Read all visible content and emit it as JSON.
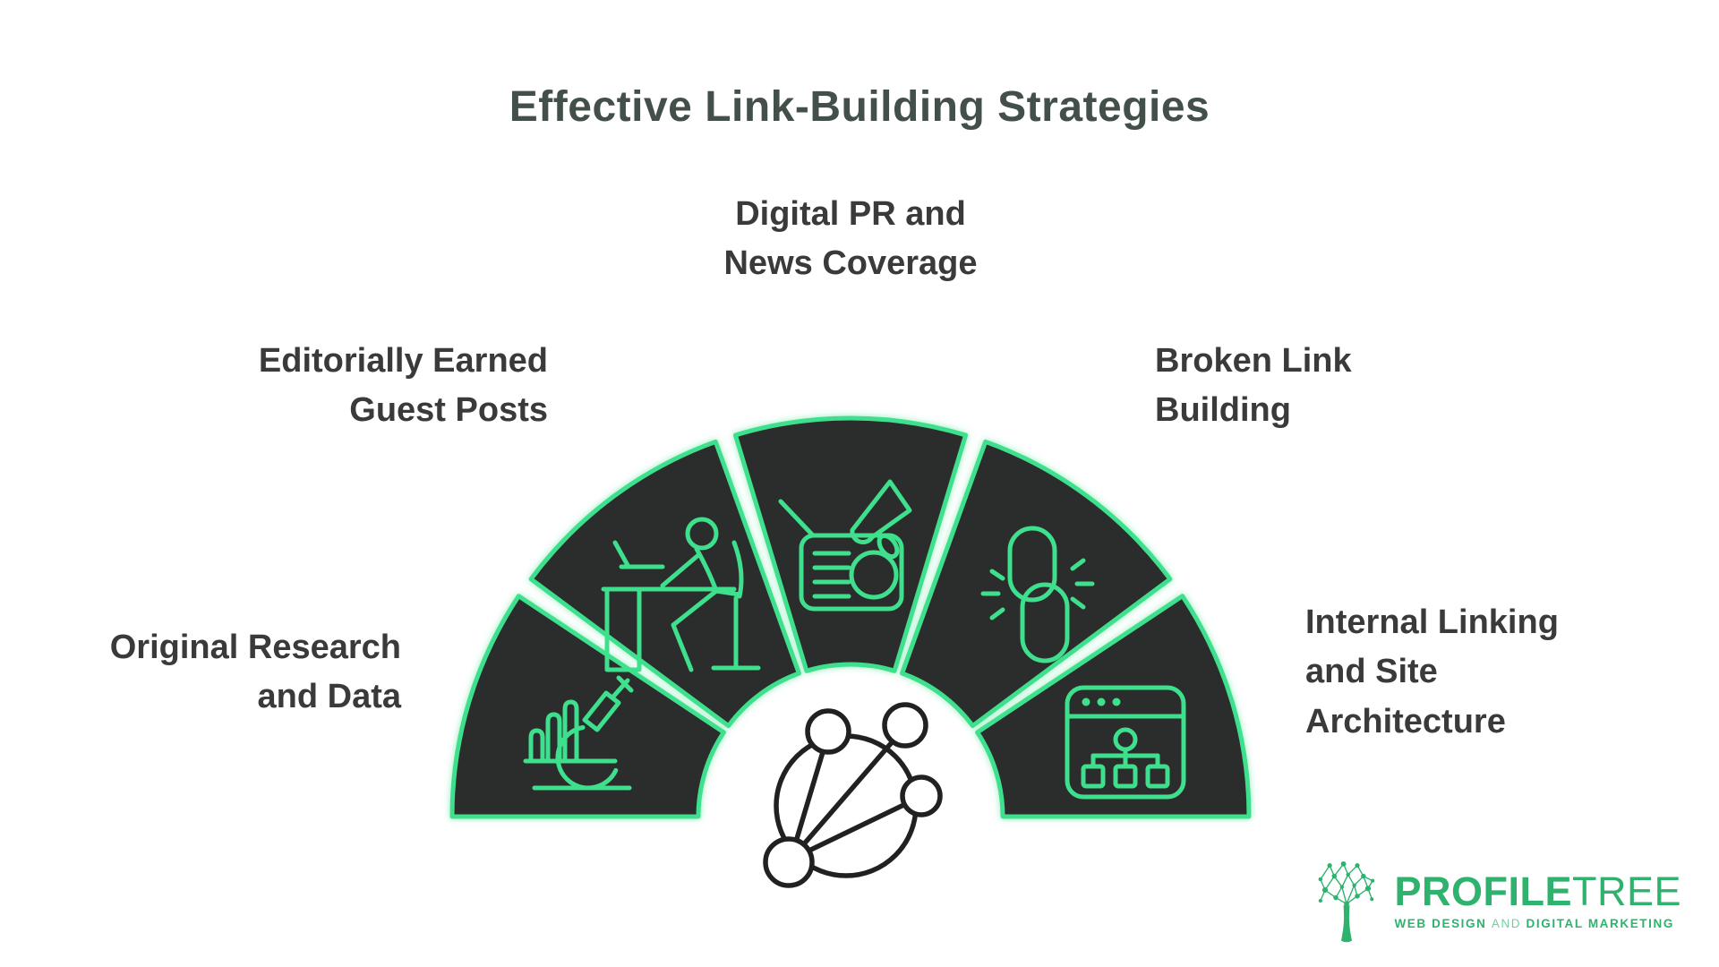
{
  "title": "Effective Link-Building Strategies",
  "diagram": {
    "type": "semicircle-fan",
    "segment_count": 5,
    "center_icon": "network-graph-icon",
    "segments": [
      {
        "icon": "microscope-bar-chart-icon",
        "label_l1": "Original Research",
        "label_l2": "and Data"
      },
      {
        "icon": "person-at-desk-icon",
        "label_l1": "Editorially Earned",
        "label_l2": "Guest Posts"
      },
      {
        "icon": "radio-megaphone-icon",
        "label_l1": "Digital PR and",
        "label_l2": "News Coverage"
      },
      {
        "icon": "broken-chain-link-icon",
        "label_l1": "Broken Link",
        "label_l2": "Building"
      },
      {
        "icon": "browser-sitemap-icon",
        "label_l1": "Internal Linking",
        "label_l2": "and Site",
        "label_l3": "Architecture"
      }
    ]
  },
  "colors": {
    "background": "#ffffff",
    "accent_green": "#3fe08d",
    "segment_fill": "#2b2d2c",
    "title_color": "#43504a",
    "label_color": "#3a3a3a",
    "center_icon_color": "#212121",
    "logo_green": "#2eb26e"
  },
  "logo": {
    "icon": "network-tree-icon",
    "brand_bold": "PROFILE",
    "brand_light": "TREE",
    "tagline_web_design": "WEB DESIGN",
    "tagline_and": "AND",
    "tagline_digital_marketing": "DIGITAL MARKETING"
  }
}
